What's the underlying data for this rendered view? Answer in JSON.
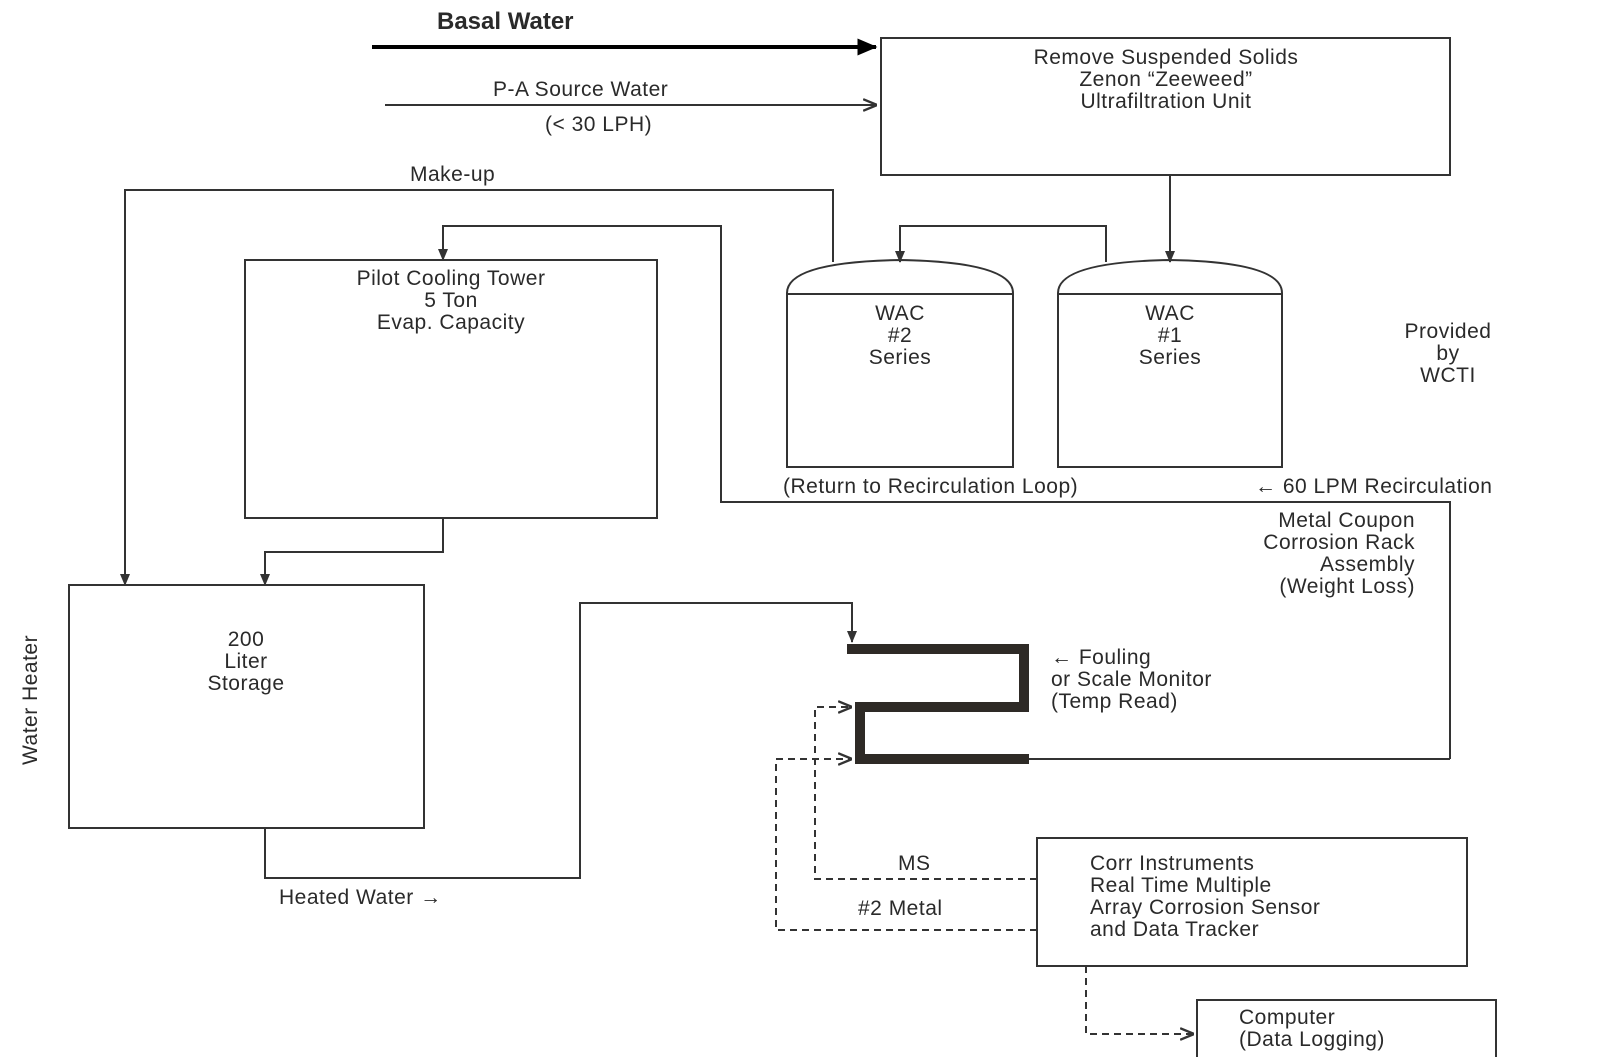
{
  "labels": {
    "basal_water": "Basal Water",
    "pa_source": "P-A Source Water",
    "pa_rate": "(< 30 LPH)",
    "uf_line1": "Remove Suspended Solids",
    "uf_line2": "Zenon “Zeeweed”",
    "uf_line3": "Ultrafiltration Unit",
    "makeup": "Make-up",
    "tower_line1": "Pilot Cooling Tower",
    "tower_line2": "5 Ton",
    "tower_line3": "Evap. Capacity",
    "wac2_line1": "WAC",
    "wac2_line2": "#2",
    "wac2_line3": "Series",
    "wac1_line1": "WAC",
    "wac1_line2": "#1",
    "wac1_line3": "Series",
    "provided_line1": "Provided",
    "provided_line2": "by",
    "provided_line3": "WCTI",
    "return_loop": "(Return to Recirculation Loop)",
    "recirc": "←  60 LPM Recirculation",
    "coupon_line1": "Metal Coupon",
    "coupon_line2": "Corrosion Rack",
    "coupon_line3": "Assembly",
    "coupon_line4": "(Weight Loss)",
    "storage_line1": "200",
    "storage_line2": "Liter",
    "storage_line3": "Storage",
    "water_heater": "Water Heater",
    "fouling_line1": "←  Fouling",
    "fouling_line2": "or Scale Monitor",
    "fouling_line3": "(Temp Read)",
    "ms": "MS",
    "metal2": "#2 Metal",
    "heated_water": "Heated Water →",
    "corr_line1": "Corr Instruments",
    "corr_line2": "Real Time Multiple",
    "corr_line3": "Array Corrosion Sensor",
    "corr_line4": "and Data Tracker",
    "computer_line1": "Computer",
    "computer_line2": "(Data Logging)"
  }
}
